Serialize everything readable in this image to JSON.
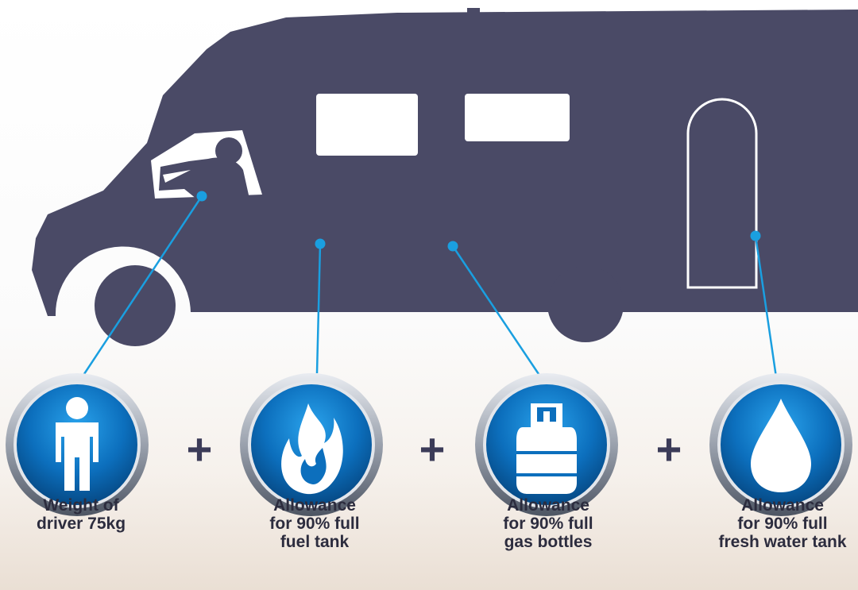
{
  "colors": {
    "vehicle": "#4a4a66",
    "window": "#ffffff",
    "pointer": "#1a9fe0",
    "icon_blue": "#0c6fbd",
    "icon_ring": "#c9ced6",
    "operator": "#3b3b58",
    "label": "#2c2c3e"
  },
  "items": [
    {
      "icon": "person-icon",
      "lines": [
        "Weight of",
        "driver 75kg"
      ]
    },
    {
      "icon": "flame-icon",
      "lines": [
        "Allowance",
        "for 90% full",
        "fuel tank"
      ]
    },
    {
      "icon": "gas-bottle-icon",
      "lines": [
        "Allowance",
        "for 90% full",
        "gas bottles"
      ]
    },
    {
      "icon": "water-drop-icon",
      "lines": [
        "Allowance",
        "for 90% full",
        "fresh water tank"
      ]
    }
  ],
  "operator": "+"
}
